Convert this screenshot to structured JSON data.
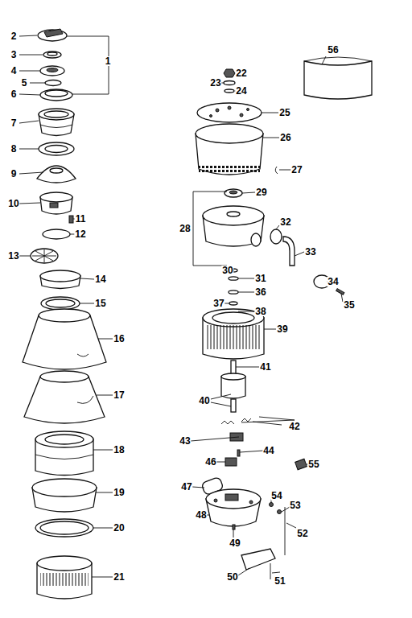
{
  "diagram": {
    "labels": [
      "1",
      "2",
      "3",
      "4",
      "5",
      "6",
      "7",
      "8",
      "9",
      "10",
      "11",
      "12",
      "13",
      "14",
      "15",
      "16",
      "17",
      "18",
      "19",
      "20",
      "21",
      "22",
      "23",
      "24",
      "25",
      "26",
      "27",
      "28",
      "29",
      "30",
      "31",
      "32",
      "33",
      "34",
      "35",
      "36",
      "37",
      "38",
      "39",
      "40",
      "41",
      "42",
      "43",
      "44",
      "46",
      "47",
      "48",
      "49",
      "50",
      "51",
      "52",
      "53",
      "54",
      "55",
      "56"
    ]
  }
}
